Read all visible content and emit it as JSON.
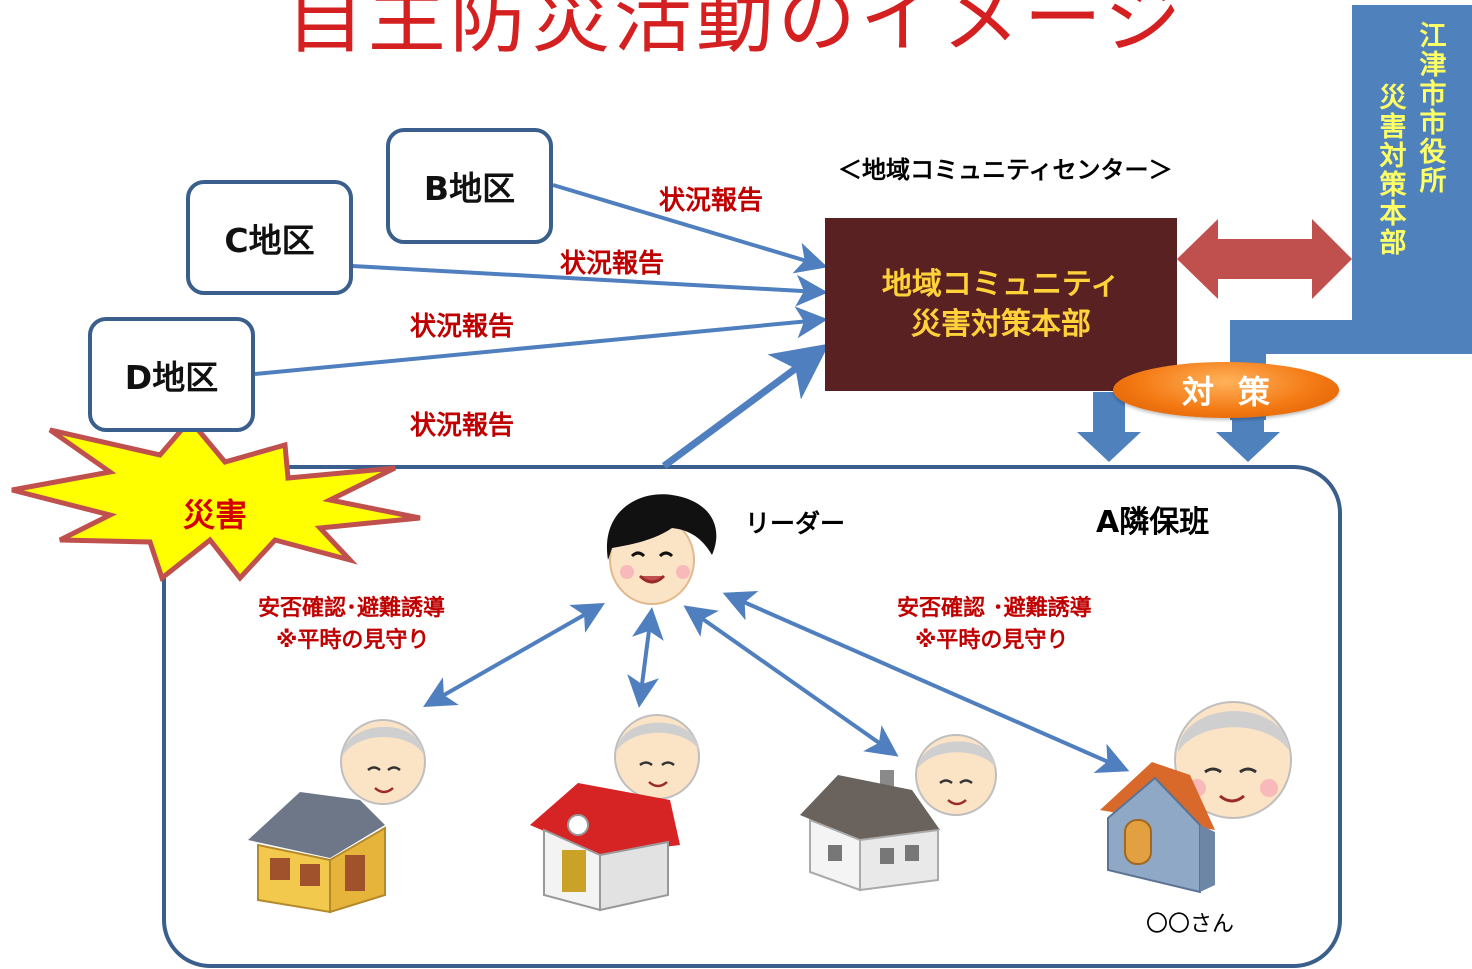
{
  "title": "自主防災活動のイメージ",
  "districts": [
    {
      "name": "B地区"
    },
    {
      "name": "C地区"
    },
    {
      "name": "D地区"
    }
  ],
  "reports": [
    "状況報告",
    "状況報告",
    "状況報告",
    "状況報告"
  ],
  "center": {
    "label": "＜地域コミュニティセンター＞",
    "hq_line1": "地域コミュニティ",
    "hq_line2": "災害対策本部"
  },
  "city_hall": {
    "line1": "江津市市役所",
    "line2": "災害対策本部"
  },
  "measures": "対策",
  "disaster": "災害",
  "group": {
    "name": "A隣保班",
    "leader": "リーダー",
    "note_left_line1": "安否確認･避難誘導",
    "note_left_line2": "※平時の見守り",
    "note_right_line1": "安否確認 ･避難誘導",
    "note_right_line2": "※平時の見守り",
    "resident": "〇〇さん"
  },
  "colors": {
    "title": "#d42020",
    "arrow": "#4f7fbe",
    "box_border": "#3a5f8c",
    "hq_fill": "#5a2122",
    "hq_text": "#ffd23a",
    "city_fill": "#4f81bd",
    "double_arrow": "#c0504d",
    "report_text": "#c00000",
    "measure": "#f47a14",
    "burst": "#ffff00"
  }
}
